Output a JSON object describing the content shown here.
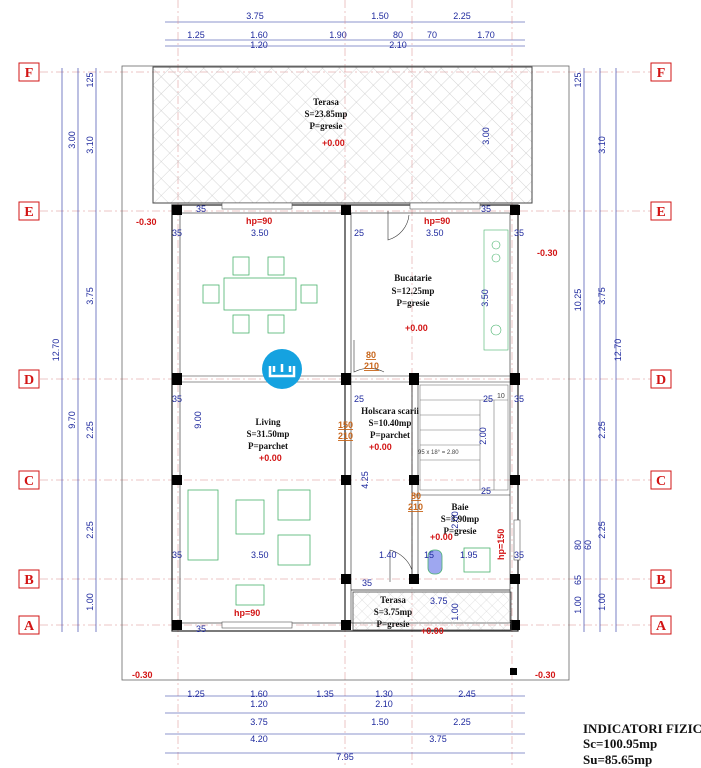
{
  "axes_rows": [
    "F",
    "E",
    "D",
    "C",
    "B",
    "A"
  ],
  "top_dims": {
    "row1": [
      "3.75",
      "1.50",
      "2.25"
    ],
    "row2_upper": [
      "1.25",
      "1.60",
      "1.90",
      "80",
      "70",
      "1.70"
    ],
    "row2_lower": [
      "1.20",
      "2.10"
    ]
  },
  "bottom_dims": {
    "row1_upper": [
      "1.25",
      "1.60",
      "1.35",
      "1.30",
      "2.45"
    ],
    "row1_lower": [
      "1.20",
      "2.10"
    ],
    "row2": [
      "3.75",
      "1.50",
      "2.25"
    ],
    "row3": [
      "4.20",
      "3.75"
    ],
    "total": "7.95"
  },
  "left_dims": {
    "outer": "12.70",
    "mid_top": [
      "3.00"
    ],
    "mid_low": [
      "9.70"
    ],
    "inner": [
      "125",
      "3.10",
      "3.75",
      "2.25",
      "2.25",
      "1.00"
    ]
  },
  "right_dims": {
    "outer": "12.70",
    "mid": [
      "3.00",
      "10.25"
    ],
    "inner": [
      "125",
      "3.10",
      "3.75",
      "2.25",
      "2.25",
      "1.00"
    ],
    "extra": [
      "80",
      "60",
      "65",
      "1.00"
    ]
  },
  "rooms": {
    "terasa_top": {
      "name": "Terasa",
      "area": "S=23.85mp",
      "floor": "P=gresie",
      "level": "+0.00"
    },
    "bucatarie": {
      "name": "Bucatarie",
      "area": "S=12.25mp",
      "floor": "P=gresie",
      "level": "+0.00"
    },
    "living": {
      "name": "Living",
      "area": "S=31.50mp",
      "floor": "P=parchet",
      "level": "+0.00"
    },
    "stairs": {
      "name": "Holscara scarii",
      "area": "S=10.40mp",
      "floor": "P=parchet",
      "level": "+0.00"
    },
    "baie": {
      "name": "Baie",
      "area": "S=3.90mp",
      "floor": "P=gresie",
      "level": "+0.00"
    },
    "terasa_bottom": {
      "name": "Terasa",
      "area": "S=3.75mp",
      "floor": "P=gresie",
      "level": "+0.00"
    }
  },
  "levels": {
    "minus_left_top": "-0.30",
    "minus_right_top": "-0.30",
    "minus_left_bottom": "-0.30",
    "minus_right_bottom": "-0.30"
  },
  "inner_labels": {
    "hp_living_top": "hp=90",
    "hp_kitchen": "hp=90",
    "hp_living_bottom": "hp=90",
    "hp_bath": "hp=150",
    "d35_a": "35",
    "d35_b": "35",
    "d35_c": "35",
    "d35_d": "35",
    "d35_e": "35",
    "d35_f": "35",
    "d35_g": "35",
    "d35_h": "35",
    "d35_i": "35",
    "d35_j": "35",
    "w350_a": "3.50",
    "w350_b": "3.50",
    "w350_c": "3.50",
    "d25_a": "25",
    "d25_b": "25",
    "d25_c": "25",
    "d25_d": "25",
    "d375": "3.75",
    "d350k": "3.50",
    "d900": "9.00",
    "d425": "4.25",
    "d200a": "2.00",
    "d200b": "2.00",
    "d100": "1.00",
    "w140": "1.40",
    "w15": "15",
    "w195": "1.95",
    "w375b": "3.75",
    "stair_note": "95 x 18° = 2.80",
    "step10": "10"
  },
  "doors": {
    "d1_w": "80",
    "d1_h": "210",
    "d2_w": "150",
    "d2_h": "210",
    "d3_w": "80",
    "d3_h": "210"
  },
  "indicators": {
    "title": "INDICATORI FIZIC",
    "sc": "Sc=100.95mp",
    "su": "Su=85.65mp"
  }
}
